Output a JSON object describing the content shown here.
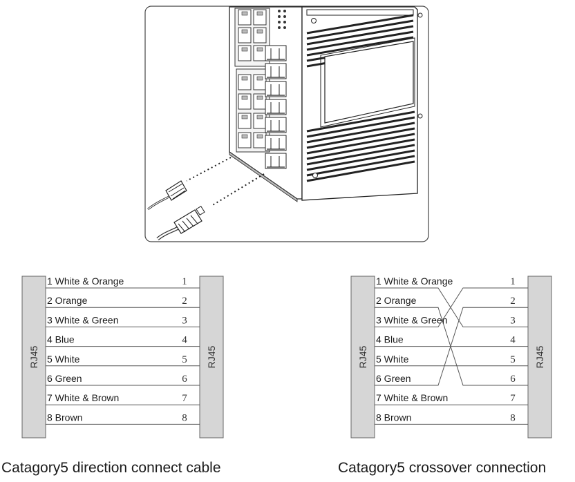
{
  "connector_label": "RJ45",
  "wires": [
    {
      "label": "1 White & Orange",
      "pin": "1"
    },
    {
      "label": "2 Orange",
      "pin": "2"
    },
    {
      "label": "3 White & Green",
      "pin": "3"
    },
    {
      "label": "4 Blue",
      "pin": "4"
    },
    {
      "label": "5 White",
      "pin": "5"
    },
    {
      "label": "6 Green",
      "pin": "6"
    },
    {
      "label": "7 White & Brown",
      "pin": "7"
    },
    {
      "label": "8 Brown",
      "pin": "8"
    }
  ],
  "crossover_map": [
    3,
    6,
    1,
    4,
    5,
    2,
    7,
    8
  ],
  "captions": {
    "direct": "Catagory5 direction connect cable",
    "crossover": "Catagory5 crossover connection"
  },
  "colors": {
    "connector_fill": "#d6d6d6",
    "line": "#555555",
    "device_line": "#222222"
  }
}
